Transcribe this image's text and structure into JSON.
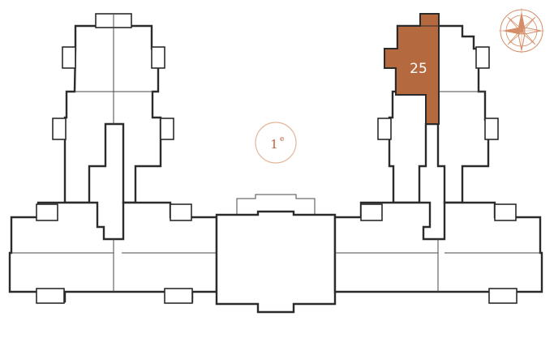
{
  "floor": {
    "number": "1",
    "suffix": "e"
  },
  "units": [
    {
      "id": "25",
      "label": "25",
      "highlighted": true
    }
  ],
  "compass": {
    "icon": "compass-rose-icon"
  },
  "colors": {
    "accent": "#b5693e",
    "wall": "#2b2b2b",
    "floor_badge": "#e4b59c",
    "floor_text": "#c0603a",
    "label_text": "#ffffff",
    "compass": "#d48d68"
  }
}
